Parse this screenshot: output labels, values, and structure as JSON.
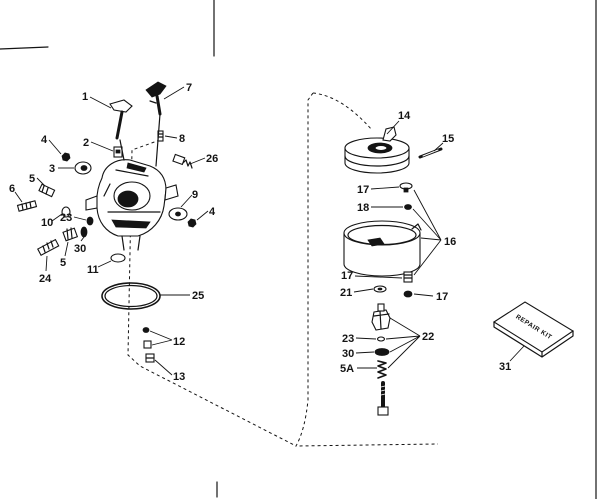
{
  "callouts": {
    "c1": "1",
    "c2": "2",
    "c3": "3",
    "c4a": "4",
    "c4b": "4",
    "c5a": "5",
    "c5b": "5",
    "c5A": "5A",
    "c6": "6",
    "c7": "7",
    "c8": "8",
    "c9": "9",
    "c10": "10",
    "c11": "11",
    "c12": "12",
    "c13": "13",
    "c14": "14",
    "c15": "15",
    "c16": "16",
    "c17a": "17",
    "c17b": "17",
    "c17c": "17",
    "c18": "18",
    "c21": "21",
    "c22": "22",
    "c23a": "23",
    "c23b": "23",
    "c24": "24",
    "c25": "25",
    "c26": "26",
    "c30a": "30",
    "c30b": "30",
    "c31": "31"
  },
  "kit_label": "REPAIR KIT",
  "colors": {
    "ink": "#141414",
    "background": "#ffffff"
  }
}
